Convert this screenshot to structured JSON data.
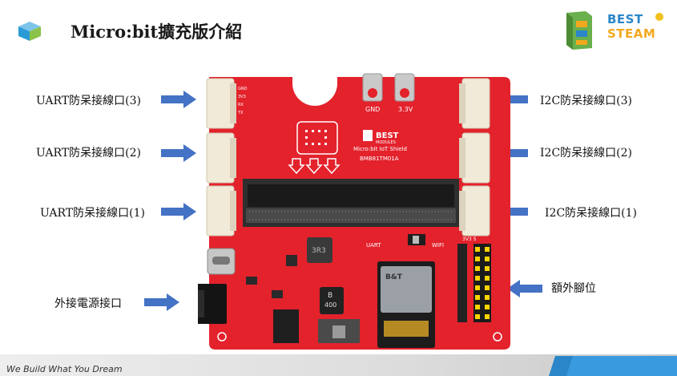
{
  "title": "Micro:bit擴充版介紹",
  "logo": {
    "line1": "BEST",
    "line2": "STEAM"
  },
  "left_labels": [
    "UART防呆接線口(3)",
    "UART防呆接線口(2)",
    "UART防呆接線口(1)",
    "外接電源接口"
  ],
  "right_labels": [
    "I2C防呆接線口(3)",
    "I2C防呆接線口(2)",
    "I2C防呆接線口(1)",
    "額外腳位"
  ],
  "board": {
    "gnd": "GND",
    "v33": "3.3V",
    "brand": "BEST",
    "brand_sub": "MODULES",
    "shield_name": "Micro:bit IoT Shield",
    "model": "BMB81TM01A",
    "uart_tag": "UART",
    "wifi_tag": "WIFI",
    "inductor": "3R3",
    "cap": "400",
    "cap_b": "B",
    "module_brand": "B&T",
    "pin_header": "3V3 S",
    "connector_pins": [
      "GND",
      "3V3",
      "RX",
      "TX"
    ]
  },
  "footer": {
    "tagline": "We Build What You Dream"
  },
  "colors": {
    "board_red": "#e3222c",
    "accent_blue": "#2a86c9",
    "arrow_blue": "#4472c4",
    "logo_green": "#6ab04c",
    "logo_orange": "#f2a81d"
  }
}
